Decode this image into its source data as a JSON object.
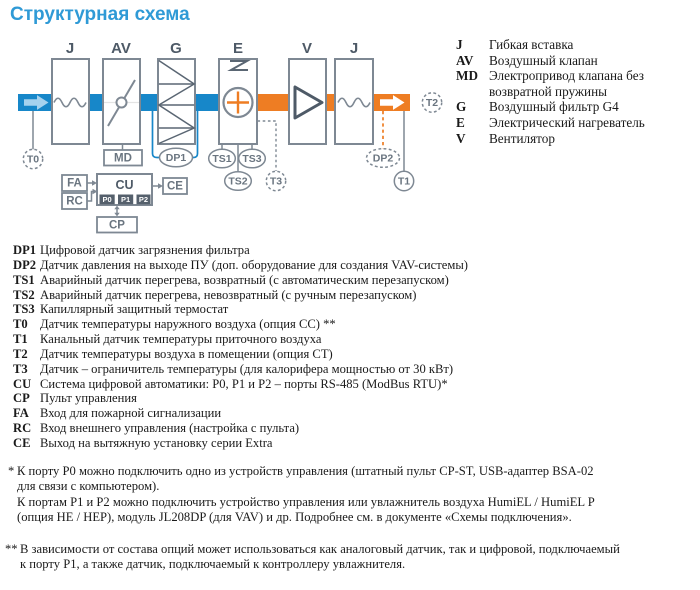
{
  "title": "Структурная схема",
  "colors": {
    "title_blue": "#2f9ad6",
    "duct_blue": "#1787c9",
    "duct_orange": "#ee7d23",
    "box_border_gray": "#7e8893",
    "dark_slate": "#4e5a67",
    "label_gray": "#6a7580"
  },
  "diagram": {
    "box_labels": [
      "J",
      "AV",
      "G",
      "E",
      "V",
      "J"
    ],
    "sensors": {
      "t0": "T0",
      "md": "MD",
      "dp1": "DP1",
      "ts1": "TS1",
      "ts2": "TS2",
      "ts3": "TS3",
      "t3": "T3",
      "dp2": "DP2",
      "t1": "T1",
      "t2": "T2"
    },
    "control": {
      "cu": "CU",
      "fa": "FA",
      "rc": "RC",
      "ce": "CE",
      "cp": "CP",
      "ports": [
        "P0",
        "P1",
        "P2"
      ]
    }
  },
  "legend": [
    {
      "code": "J",
      "text": "Гибкая вставка"
    },
    {
      "code": "AV",
      "text": "Воздушный клапан"
    },
    {
      "code": "MD",
      "text": "Электропривод клапана без возвратной пружины"
    },
    {
      "code": "G",
      "text": "Воздушный фильтр G4"
    },
    {
      "code": "E",
      "text": "Электрический нагреватель"
    },
    {
      "code": "V",
      "text": "Вентилятор"
    }
  ],
  "components": [
    {
      "code": "DP1",
      "text": "Цифровой датчик загрязнения фильтра"
    },
    {
      "code": "DP2",
      "text": "Датчик давления на выходе ПУ (доп. оборудование для создания VAV-системы)"
    },
    {
      "code": "TS1",
      "text": "Аварийный датчик перегрева, возвратный (с автоматическим перезапуском)"
    },
    {
      "code": "TS2",
      "text": "Аварийный датчик перегрева, невозвратный (с ручным перезапуском)"
    },
    {
      "code": "TS3",
      "text": "Капиллярный защитный термостат"
    },
    {
      "code": "T0",
      "text": "Датчик температуры наружного воздуха (опция CC) **"
    },
    {
      "code": "T1",
      "text": "Канальный датчик температуры приточного воздуха"
    },
    {
      "code": "T2",
      "text": "Датчик температуры воздуха в помещении (опция CT)"
    },
    {
      "code": "T3",
      "text": "Датчик – ограничитель температуры (для калорифера мощностью от 30 кВт)"
    },
    {
      "code": "CU",
      "text": "Система цифровой автоматики: P0, P1 и P2 – порты RS-485 (ModBus RTU)*"
    },
    {
      "code": "CP",
      "text": "Пульт управления"
    },
    {
      "code": "FA",
      "text": "Вход для пожарной сигнализации"
    },
    {
      "code": "RC",
      "text": "Вход внешнего управления (настройка с пульта)"
    },
    {
      "code": "CE",
      "text": "Выход на вытяжную установку серии Extra"
    }
  ],
  "footnotes": {
    "first_marker": "*",
    "first_lines": [
      "К порту P0 можно подключить одно из устройств управления (штатный пульт CP-ST, USB-адаптер BSA-02",
      "для связи с компьютером).",
      "К портам P1 и P2 можно подключить устройство управления или увлажнитель воздуха HumiEL / HumiEL P",
      "(опция HE / HEP), модуль JL208DP (для VAV) и др. Подробнее см. в документе «Схемы подключения»."
    ],
    "second_marker": "**",
    "second_lines": [
      "В зависимости от состава опций может использоваться как аналоговый датчик, так и цифровой, подключаемый",
      "к порту P1, а также датчик, подключаемый к контроллеру увлажнителя."
    ]
  }
}
